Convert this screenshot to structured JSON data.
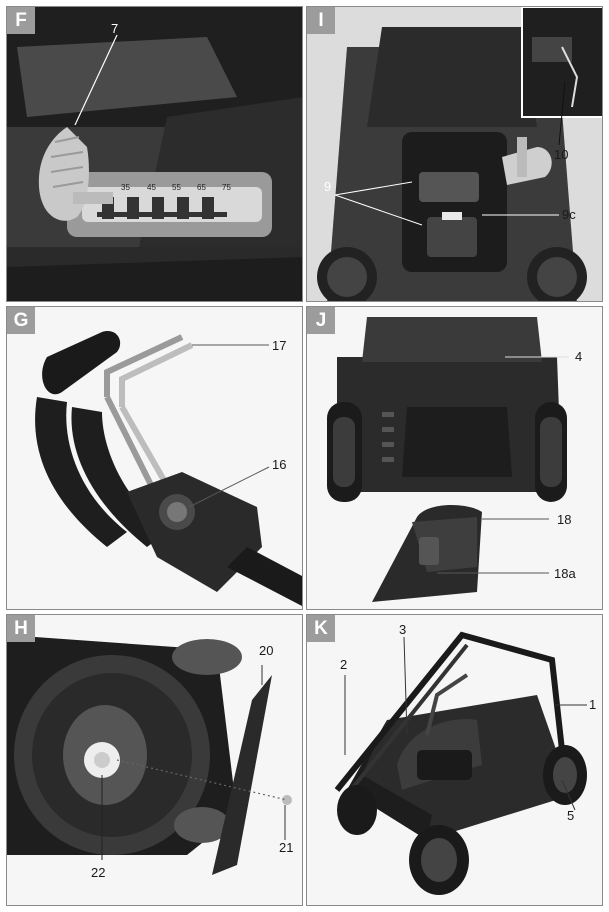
{
  "panels": {
    "F": {
      "label": "F",
      "callouts": [
        "7"
      ],
      "height_scale": [
        "35",
        "45",
        "55",
        "65",
        "75"
      ]
    },
    "I": {
      "label": "I",
      "callouts": [
        "9",
        "10",
        "9c"
      ]
    },
    "G": {
      "label": "G",
      "callouts": [
        "17",
        "16"
      ]
    },
    "J": {
      "label": "J",
      "callouts": [
        "4",
        "18",
        "18a"
      ]
    },
    "H": {
      "label": "H",
      "callouts": [
        "20",
        "21",
        "22"
      ]
    },
    "K": {
      "label": "K",
      "callouts": [
        "2",
        "3",
        "1",
        "5"
      ]
    }
  },
  "colors": {
    "tag_bg": "#9c9c9c",
    "frame": "#8a8a8a",
    "photo_dark": "#2b2b2b",
    "photo_mid": "#6e6e6e",
    "photo_light": "#cfcfcf"
  }
}
